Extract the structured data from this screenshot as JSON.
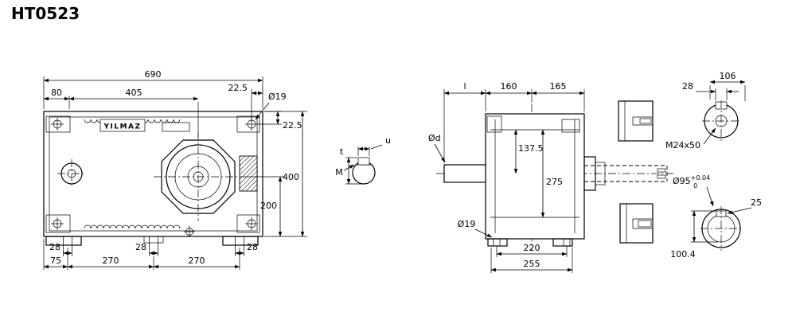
{
  "title": "HT0523",
  "side_view": {
    "brand": "YILMAZ",
    "dims": {
      "total_width": "690",
      "left_offset": "80",
      "center_offset": "405",
      "hole_offset_top": "22.5",
      "hole_dia": "Ø19",
      "hole_offset_right": "22.5",
      "height": "400",
      "center_height": "200",
      "slot_left": "28",
      "slot_mid": "28",
      "slot_right": "28",
      "foot_left": "75",
      "span_left": "270",
      "span_right": "270"
    }
  },
  "key_detail": {
    "depth": "t",
    "width": "u",
    "thread": "M",
    "shaft_dia": "Ød"
  },
  "front_view": {
    "dims": {
      "shaft_len": "l",
      "left_width": "160",
      "right_width": "165",
      "half_height": "137.5",
      "inner_height": "275",
      "hole_dia": "Ø19",
      "bolt_span": "220",
      "base_width": "255"
    }
  },
  "output_detail": {
    "key_width": "28",
    "length": "106",
    "thread": "M24x50",
    "bore": "Ø95",
    "bore_tol_upper": "+0.04",
    "bore_tol_lower": "0",
    "keyway_width": "25",
    "bore_keyway": "100.4"
  }
}
